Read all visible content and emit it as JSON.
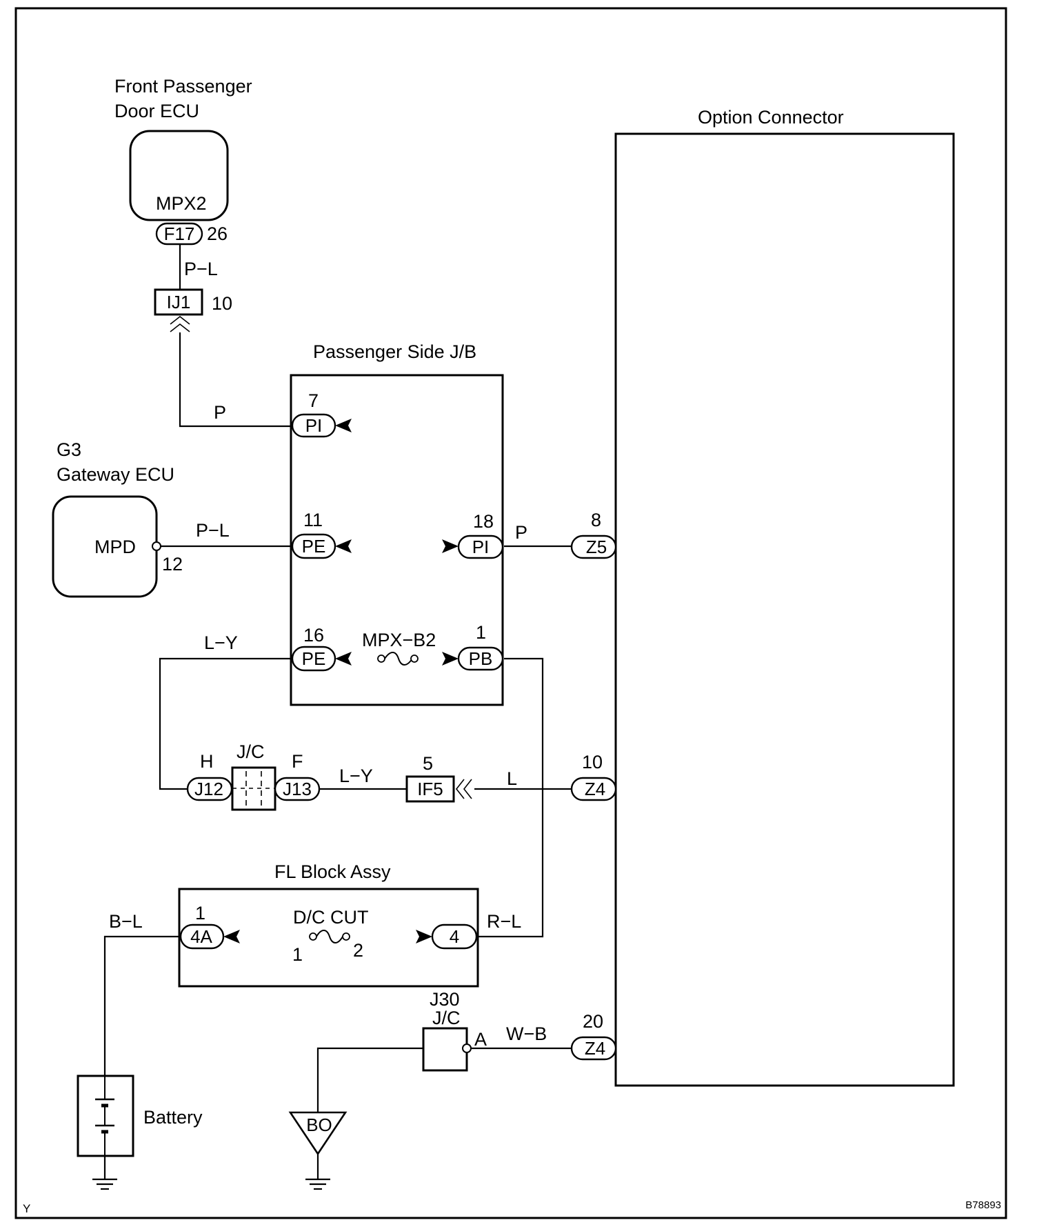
{
  "diagram_id": "B78893",
  "corner_mark": "Y",
  "components": {
    "front_passenger_door_ecu": {
      "title_line1": "Front Passenger",
      "title_line2": "Door ECU",
      "terminal": "MPX2",
      "connector": "F17",
      "pin": "26"
    },
    "gateway_ecu": {
      "code": "G3",
      "title": "Gateway ECU",
      "terminal": "MPD",
      "pin": "12"
    },
    "passenger_side_jb": {
      "title": "Passenger Side J/B",
      "fuse": "MPX−B2"
    },
    "option_connector": {
      "title": "Option Connector"
    },
    "fl_block_assy": {
      "title": "FL Block Assy",
      "fuse": "D/C CUT",
      "fuse_pin_left": "1",
      "fuse_pin_right": "2"
    },
    "jc_j12_j13": {
      "title": "J/C",
      "left_pin": "H",
      "right_pin": "F",
      "left_connector": "J12",
      "right_connector": "J13"
    },
    "jc_j30": {
      "code": "J30",
      "title": "J/C",
      "pin": "A"
    },
    "battery": {
      "title": "Battery"
    },
    "ground_bo": {
      "label": "BO"
    }
  },
  "connectors": {
    "ij1": {
      "name": "IJ1",
      "pin": "10"
    },
    "jb_pi_7": {
      "name": "PI",
      "pin": "7"
    },
    "jb_pe_11": {
      "name": "PE",
      "pin": "11"
    },
    "jb_pi_18": {
      "name": "PI",
      "pin": "18"
    },
    "jb_pe_16": {
      "name": "PE",
      "pin": "16"
    },
    "jb_pb_1": {
      "name": "PB",
      "pin": "1"
    },
    "z5_8": {
      "name": "Z5",
      "pin": "8"
    },
    "z4_10": {
      "name": "Z4",
      "pin": "10"
    },
    "z4_20": {
      "name": "Z4",
      "pin": "20"
    },
    "if5": {
      "name": "IF5",
      "pin": "5"
    },
    "fl_4a": {
      "name": "4A",
      "pin": "1"
    },
    "fl_4": {
      "name": "4"
    }
  },
  "wires": {
    "door_ecu_to_ij1": "P−L",
    "ij1_to_jb": "P",
    "gateway_to_jb": "P−L",
    "jb_to_z5": "P",
    "jb_pe16_to_jc": "L−Y",
    "jc_to_if5": "L−Y",
    "if5_to_z4": "L",
    "battery_to_fl": "B−L",
    "fl_to_pb": "R−L",
    "j30_to_z4": "W−B"
  }
}
